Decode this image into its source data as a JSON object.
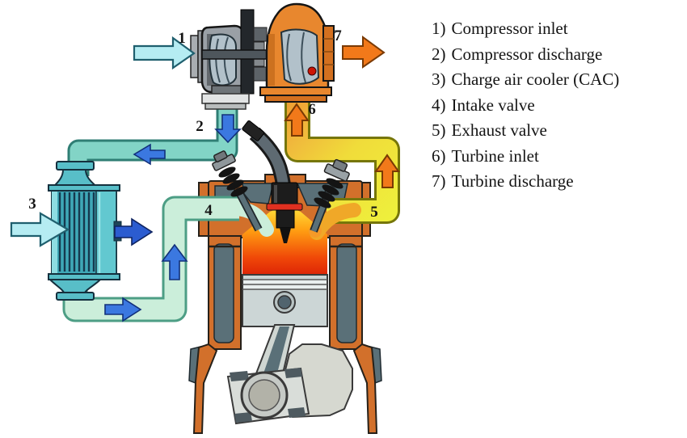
{
  "figure": {
    "kind": "turbocharged-diesel-engine-airflow-diagram",
    "background": "#ffffff"
  },
  "palette": {
    "cold_air": "#b5ecf2",
    "compressed_air": "#82d4c6",
    "cooled_air": "#cbeeda",
    "arrow_blue": "#3b78e0",
    "arrow_blue_big": "#2b5cd0",
    "exhaust_yellow": "#eef23c",
    "exhaust_arrow": "#f2791a",
    "turbine_orange": "#e8872e",
    "compressor_gray": "#9aa0a6",
    "engine_block": "#d2702b",
    "engine_metal": "#5a7078",
    "cac_teal": "#58bec8",
    "combustion_hot": "#e32e08",
    "label": "#141414"
  },
  "diagram": {
    "callouts": [
      {
        "num": "1",
        "target": "compressor-inlet"
      },
      {
        "num": "2",
        "target": "compressor-discharge"
      },
      {
        "num": "3",
        "target": "charge-air-cooler"
      },
      {
        "num": "4",
        "target": "intake-valve"
      },
      {
        "num": "5",
        "target": "exhaust-valve"
      },
      {
        "num": "6",
        "target": "turbine-inlet"
      },
      {
        "num": "7",
        "target": "turbine-discharge"
      }
    ]
  },
  "legend": {
    "items": [
      {
        "num": "1)",
        "label": "Compressor inlet"
      },
      {
        "num": "2)",
        "label": "Compressor discharge"
      },
      {
        "num": "3)",
        "label": "Charge air cooler (CAC)"
      },
      {
        "num": "4)",
        "label": "Intake valve"
      },
      {
        "num": "5)",
        "label": "Exhaust valve"
      },
      {
        "num": "6)",
        "label": "Turbine inlet"
      },
      {
        "num": "7)",
        "label": "Turbine discharge"
      }
    ]
  }
}
